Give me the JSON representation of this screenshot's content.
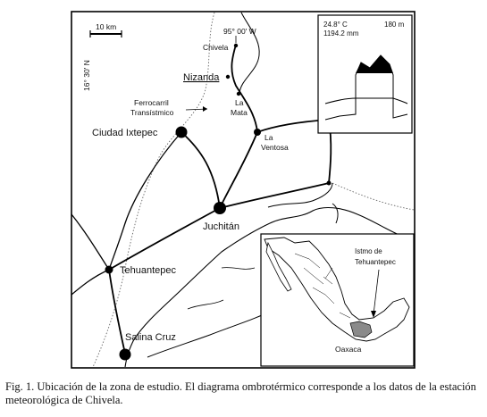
{
  "scale_bar": {
    "label": "10 km"
  },
  "coordinates": {
    "longitude": "95° 00' W",
    "latitude": "16° 30' N"
  },
  "places": {
    "chivela": "Chivela",
    "nizanda": "Nizanda",
    "la_mata_1": "La",
    "la_mata_2": "Mata",
    "la_ventosa_1": "La",
    "la_ventosa_2": "Ventosa",
    "ciudad_ixtepec": "Ciudad Ixtepec",
    "juchitan": "Juchitán",
    "tehuantepec": "Tehuantepec",
    "salina_cruz": "Salina Cruz"
  },
  "railway": {
    "line1": "Ferrocarril",
    "line2": "Transístmico"
  },
  "climate_diagram": {
    "temperature": "24.8° C",
    "precipitation": "1194.2 mm",
    "altitude": "180 m"
  },
  "inset": {
    "isthmus_1": "Istmo de",
    "isthmus_2": "Tehuantepec",
    "state": "Oaxaca"
  },
  "caption": "Fig. 1. Ubicación de la zona de estudio. El diagrama ombrotérmico corresponde a los datos de la estación meteorológica de Chivela."
}
